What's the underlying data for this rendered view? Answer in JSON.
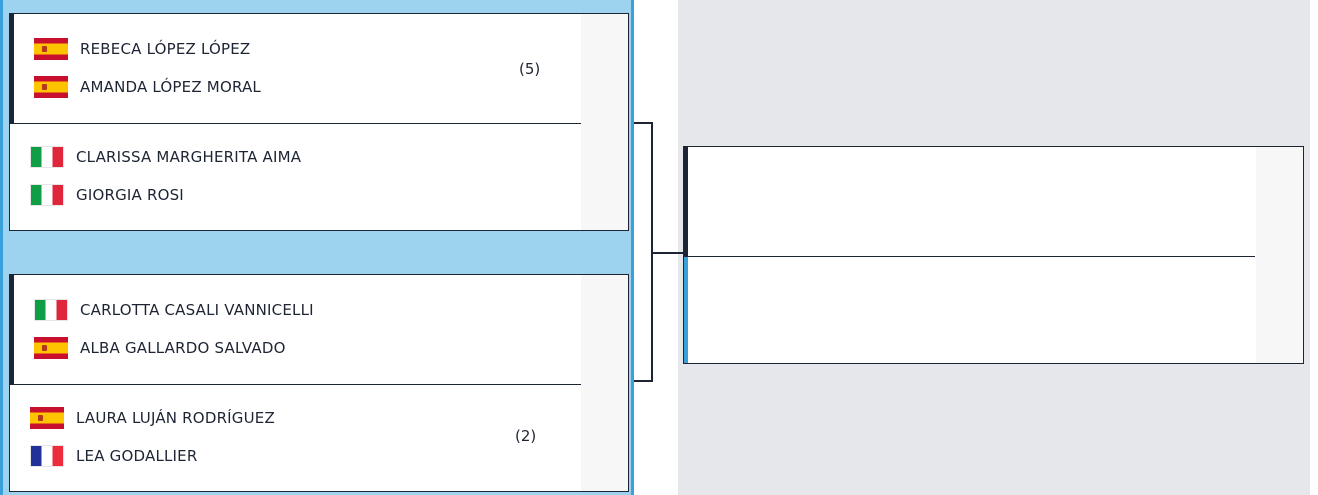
{
  "bracket": {
    "round1": {
      "matches": [
        {
          "top": {
            "players": [
              {
                "flag": "es",
                "name": "REBECA LÓPEZ LÓPEZ"
              },
              {
                "flag": "es",
                "name": "AMANDA LÓPEZ MORAL"
              }
            ],
            "seed": "(5)"
          },
          "bottom": {
            "players": [
              {
                "flag": "it",
                "name": "CLARISSA MARGHERITA AIMA"
              },
              {
                "flag": "it",
                "name": "GIORGIA ROSI"
              }
            ],
            "seed": ""
          }
        },
        {
          "top": {
            "players": [
              {
                "flag": "it",
                "name": "CARLOTTA CASALI VANNICELLI"
              },
              {
                "flag": "es",
                "name": "ALBA GALLARDO SALVADO"
              }
            ],
            "seed": ""
          },
          "bottom": {
            "players": [
              {
                "flag": "es",
                "name": "LAURA LUJÁN RODRÍGUEZ"
              },
              {
                "flag": "fr",
                "name": "LEA GODALLIER"
              }
            ],
            "seed": "(2)"
          }
        }
      ]
    },
    "round2": {
      "match": {
        "top": {
          "players": [],
          "seed": ""
        },
        "bottom": {
          "players": [],
          "seed": ""
        }
      }
    }
  },
  "colors": {
    "round_bg": "#9dd3ee",
    "accent_blue": "#3aa0da",
    "dark": "#1d2433",
    "round2_bg": "#e6e7eb",
    "spain_red": "#c8102e",
    "spain_yellow": "#ffc400",
    "italy_green": "#0f9d45",
    "italy_red": "#e0263a",
    "france_blue": "#22319a",
    "france_red": "#ee2d3c"
  }
}
